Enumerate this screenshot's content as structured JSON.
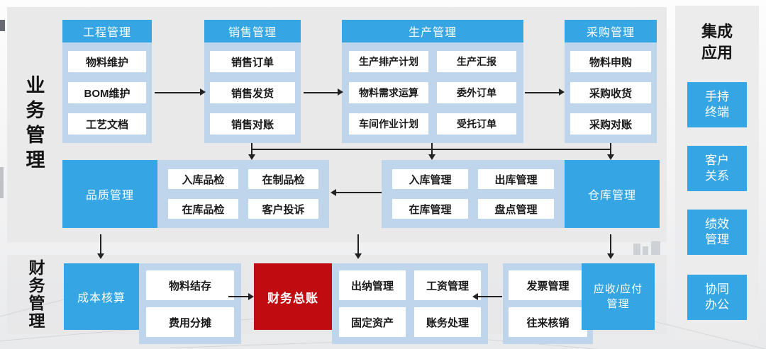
{
  "colors": {
    "module_blue": "#35A6E3",
    "container_light_blue": "#BED5EC",
    "ledger_red": "#C00C10",
    "panel_gray": "#E8E8E9",
    "arrow": "#222222"
  },
  "left_labels": {
    "business": "业务管理",
    "finance": "财务管理"
  },
  "top_columns": [
    {
      "header": "工程管理",
      "items": [
        "物料维护",
        "BOM维护",
        "工艺文档"
      ]
    },
    {
      "header": "销售管理",
      "items": [
        "销售订单",
        "销售发货",
        "销售对账"
      ]
    },
    {
      "header": "生产管理",
      "items": [
        "生产排产计划",
        "生产汇报",
        "物料需求运算",
        "委外订单",
        "车间作业计划",
        "受托订单"
      ]
    },
    {
      "header": "采购管理",
      "items": [
        "物料申购",
        "采购收货",
        "采购对账"
      ]
    }
  ],
  "middle_row": {
    "quality": {
      "header": "品质管理",
      "items": [
        "入库品检",
        "在制品检",
        "在库品检",
        "客户投诉"
      ]
    },
    "warehouse": {
      "header": "仓库管理",
      "items": [
        "入库管理",
        "出库管理",
        "在库管理",
        "盘点管理"
      ]
    }
  },
  "finance_row": {
    "cost": {
      "header": "成本核算",
      "items": [
        "物料结存",
        "费用分摊"
      ]
    },
    "ledger": {
      "header": "财务总账",
      "items": [
        "出纳管理",
        "工资管理",
        "固定资产",
        "账务处理"
      ]
    },
    "receivable": {
      "header_lines": [
        "应收/应付",
        "管理"
      ],
      "items": [
        "发票管理",
        "往来核销"
      ]
    }
  },
  "sidebar": {
    "title_lines": [
      "集成",
      "应用"
    ],
    "items": [
      {
        "lines": [
          "手持",
          "终端"
        ]
      },
      {
        "lines": [
          "客户",
          "关系"
        ]
      },
      {
        "lines": [
          "绩效",
          "管理"
        ]
      },
      {
        "lines": [
          "协同",
          "办公"
        ]
      }
    ]
  }
}
